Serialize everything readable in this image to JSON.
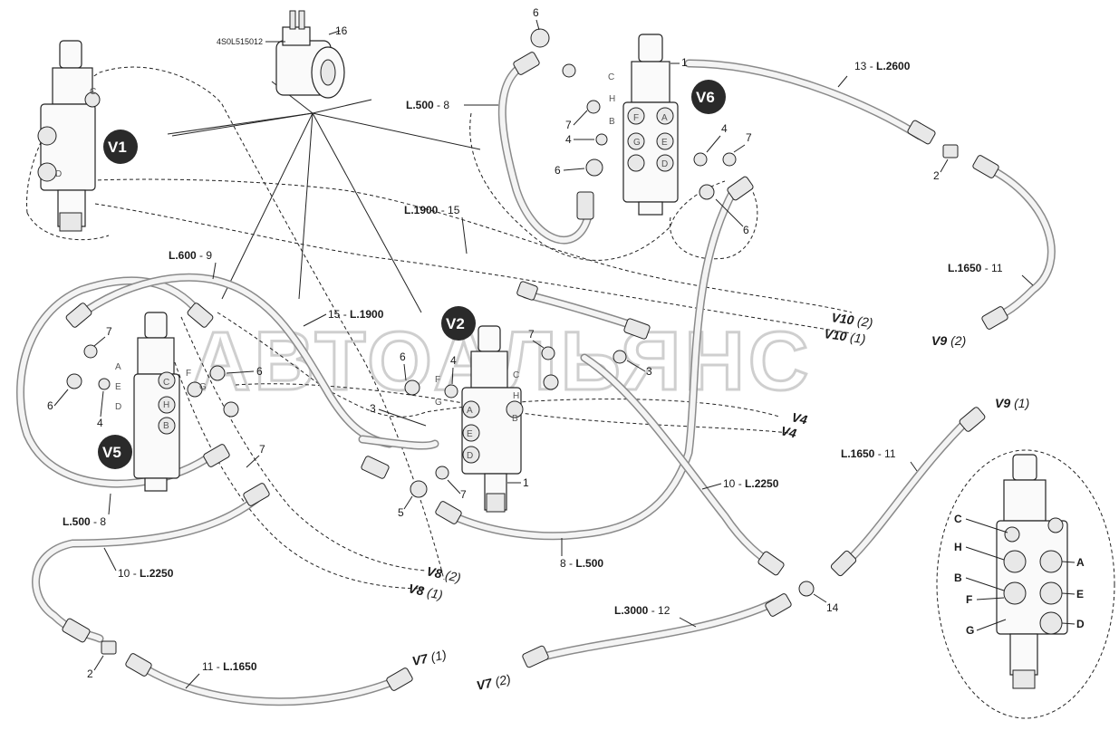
{
  "watermark": "АВТОАЛЬЯНС",
  "valves": {
    "v1": "V1",
    "v2": "V2",
    "v5": "V5",
    "v6": "V6"
  },
  "solenoid": {
    "code": "4S0L515012",
    "number": "16"
  },
  "hose_labels": {
    "l500_8_top": {
      "length": "L.500",
      "sep": " - ",
      "num": "8"
    },
    "l2600_13": {
      "num": "13",
      "sep": " - ",
      "length": "L.2600"
    },
    "l1900_15_top": {
      "length": "L.1900",
      "sep": " - ",
      "num": "15"
    },
    "l600_9": {
      "length": "L.600",
      "sep": " - ",
      "num": "9"
    },
    "l1900_15_mid": {
      "num": "15",
      "sep": " - ",
      "length": "L.1900"
    },
    "l1650_11_right": {
      "length": "L.1650",
      "sep": " - ",
      "num": "11"
    },
    "l500_8_left": {
      "length": "L.500",
      "sep": " - ",
      "num": "8"
    },
    "l2250_10_left": {
      "num": "10",
      "sep": " - ",
      "length": "L.2250"
    },
    "l2250_10_mid": {
      "num": "10",
      "sep": " - ",
      "length": "L.2250"
    },
    "l500_8_bottom": {
      "num": "8",
      "sep": " - ",
      "length": "L.500"
    },
    "l1650_11_lowright": {
      "length": "L.1650",
      "sep": " - ",
      "num": "11"
    },
    "l3000_12": {
      "length": "L.3000",
      "sep": " - ",
      "num": "12"
    },
    "l1650_11_bottom": {
      "num": "11",
      "sep": " - ",
      "length": "L.1650"
    }
  },
  "refs": {
    "v10_2": {
      "name": "V10",
      "sub": "(2)"
    },
    "v10_1": {
      "name": "V10",
      "sub": "(1)"
    },
    "v9_2": {
      "name": "V9",
      "sub": "(2)"
    },
    "v9_1": {
      "name": "V9",
      "sub": "(1)"
    },
    "v4_a": {
      "name": "V4",
      "sub": ""
    },
    "v4_b": {
      "name": "V4",
      "sub": ""
    },
    "v8_2": {
      "name": "V8",
      "sub": "(2)"
    },
    "v8_1": {
      "name": "V8",
      "sub": "(1)"
    },
    "v7_1": {
      "name": "V7",
      "sub": "(1)"
    },
    "v7_2": {
      "name": "V7",
      "sub": "(2)"
    }
  },
  "part_numbers": {
    "p6_top": "6",
    "p1_v6": "1",
    "p7_v6": "7",
    "p4_v6": "4",
    "p6_v6": "6",
    "p4_v6r": "4",
    "p7_v6r": "7",
    "p6_v6r": "6",
    "p2_right": "2",
    "p7_v5": "7",
    "p6_v5r": "6",
    "p6_v5l": "6",
    "p4_v5": "4",
    "p7_v5b": "7",
    "p6_v2": "6",
    "p4_v2": "4",
    "p7_v2": "7",
    "p3_v2r": "3",
    "p3_v2l": "3",
    "p5_v2": "5",
    "p7_v2b": "7",
    "p1_v2": "1",
    "p14": "14",
    "p2_left": "2"
  },
  "ports": {
    "v6": [
      "C",
      "H",
      "B",
      "F",
      "G",
      "A",
      "E",
      "D"
    ],
    "v1": [
      "C",
      "D"
    ],
    "v5": [
      "C",
      "A",
      "E",
      "H",
      "B",
      "G",
      "F",
      "D"
    ],
    "v2": [
      "F",
      "G",
      "C",
      "H",
      "A",
      "E",
      "D",
      "B"
    ]
  },
  "detail_ports": {
    "c": "C",
    "h": "H",
    "b": "B",
    "f": "F",
    "g": "G",
    "a": "A",
    "e": "E",
    "d": "D"
  }
}
